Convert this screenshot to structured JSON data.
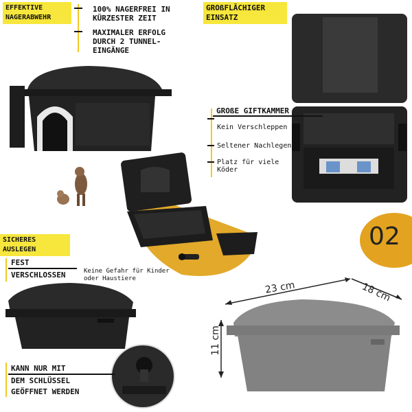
{
  "features": {
    "tag": "EFFEKTIVE\nNAGERABWEHR",
    "point1": "100% NAGERFREI IN\nKÜRZESTER ZEIT",
    "point2": "MAXIMALER ERFOLG\nDURCH 2 TUNNEL-\nEINGÄNGE"
  },
  "usage": {
    "tag": "GROßFLÄCHIGER\nEINSATZ",
    "chamber_title": "GROßE GIFTKAMMER",
    "items": [
      "Kein Verschleppen",
      "Seltener Nachlegen",
      "Platz für viele\nKöder"
    ]
  },
  "safety": {
    "tag": "SICHERES\nAUSLEGEN",
    "locked_line1": "FEST",
    "locked_line2": "VERSCHLOSSEN",
    "locked_note": "Keine Gefahr für Kinder\noder Haustiere",
    "key_line1": "KANN NUR MIT",
    "key_line2": "DEM SCHLÜSSEL",
    "key_line3": "GEÖFFNET WERDEN"
  },
  "badge": {
    "number": "02",
    "color": "#e3a320"
  },
  "dimensions": {
    "length": "23 cm",
    "width": "18 cm",
    "height": "11 cm"
  },
  "colors": {
    "highlight": "#f7e63c",
    "accent": "#f2c820",
    "product": "#1c1c1c"
  }
}
